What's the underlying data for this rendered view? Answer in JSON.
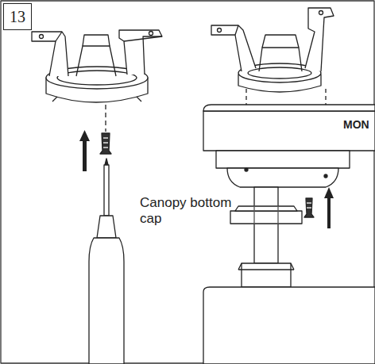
{
  "diagram": {
    "nodes": [
      {
        "text": [
          "13"
        ]
      }
    ],
    "labels": [
      "Canopy bottom cap",
      "MON"
    ]
  }
}
